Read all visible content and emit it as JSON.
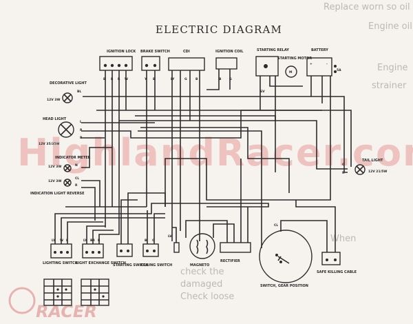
{
  "title": "ELECTRIC DIAGRAM",
  "watermark": "HighlandRacer.com",
  "logo_text": "RACER",
  "background_text": [
    {
      "id": "bg-1",
      "text": "Replace worn so oil seal"
    },
    {
      "id": "bg-2",
      "text": "Engine oil"
    },
    {
      "id": "bg-3",
      "text": "Engine"
    },
    {
      "id": "bg-4",
      "text": "strainer"
    },
    {
      "id": "bg-5",
      "text": "When"
    },
    {
      "id": "bg-6",
      "text": "check the"
    },
    {
      "id": "bg-7",
      "text": "damaged"
    },
    {
      "id": "bg-8",
      "text": "Check loose"
    }
  ],
  "components": {
    "ignition_lock": "IGNITION LOCK",
    "brake_switch": "BRAKE SWITCH",
    "cdi": "CDI",
    "ignition_coil": "IGNITION COIL",
    "starting_relay": "STARTING RELAY",
    "starting_motor": "STARTING MOTOR",
    "battery": "BATTERY",
    "decorative_light": "DECORATIVE LIGHT",
    "decorative_light_spec": "12V 3W",
    "head_light": "HEAD LIGHT",
    "head_light_spec": "12V 35/35W",
    "indicator_meter": "INDICATOR METER",
    "indicator_spec_1": "12V 3W",
    "indicator_spec_2": "12V 3W",
    "indication_light_reverse": "INDICATION LIGHT REVERSE",
    "tail_light": "TAIL LIGHT",
    "tail_light_spec": "12V 21/5W",
    "lighting_switch": "LIGHTING SWITCH",
    "light_exchange_switch": "LIGHT EXCHANGE SWITCH",
    "starting_switch": "STARTING SWITCH",
    "killing_switch": "KILLING SWITCH",
    "magneto": "MAGNETO",
    "rectifier": "RECTIFIER",
    "switch_gear_position": "SWITCH, GEAR POSITION",
    "safe_killing_cable": "SAFE KILLING CABLE"
  },
  "terminal_labels": {
    "dl_b": "BL",
    "hl_l": "L",
    "hl_r": "R",
    "hl_b": "B",
    "ind_n": "N",
    "ind_cl": "CL",
    "ind_r": "R",
    "tail_g": "G",
    "tail_r": "R",
    "battery_plus": "+",
    "battery_minus": "-",
    "battery_5a": "5A",
    "gear_cl": "CL",
    "fuse_6v": "6V",
    "cdi_lv": "LV",
    "ls_1": "LY",
    "ls_2": "W",
    "ls_3": "L",
    "lx_1": "LY",
    "lx_2": "BR",
    "lx_3": "B",
    "ks_1": "B",
    "ks_2": "G",
    "lock_1": "B",
    "lock_2": "B",
    "lock_3": "R",
    "lock_4": "W",
    "brake_1": "Y",
    "brake_2": "B",
    "cdi_t1": "LY",
    "cdi_t2": "G",
    "cdi_t3": "B",
    "coil_1": "B",
    "coil_2": "G"
  },
  "colors": {
    "background": "#f6f3ef",
    "ink": "#2b2b2b",
    "watermark": "#dc4646"
  }
}
